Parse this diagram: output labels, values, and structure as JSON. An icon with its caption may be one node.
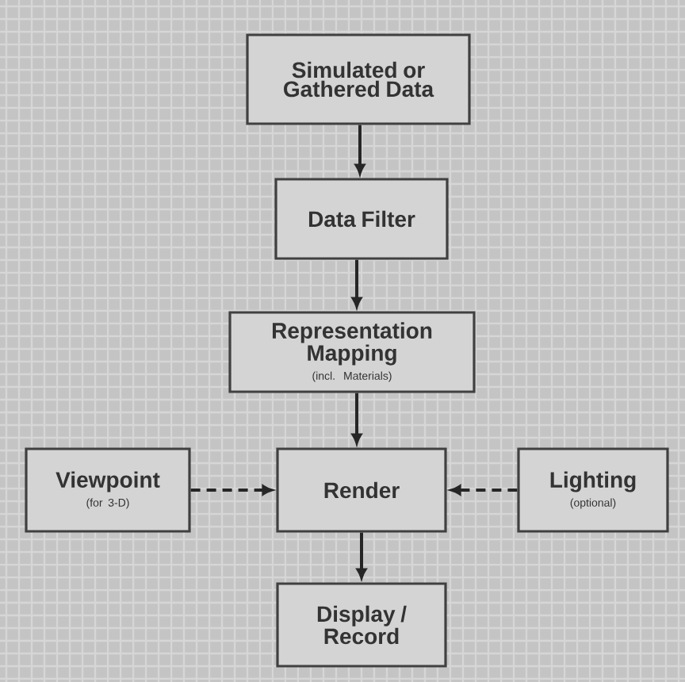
{
  "diagram": {
    "nodes": [
      {
        "text": [
          "Simulated or Gathered Data"
        ]
      },
      {
        "text": [
          "Data Filter"
        ]
      },
      {
        "text": [
          "Representation Mapping",
          "(incl. Materials)"
        ]
      },
      {
        "text": [
          "Viewpoint",
          "(for 3-D)"
        ]
      },
      {
        "text": [
          "Render"
        ]
      },
      {
        "text": [
          "Lighting",
          "(optional)"
        ]
      },
      {
        "text": [
          "Display / Record"
        ]
      }
    ],
    "edges": [
      {
        "from": 0,
        "to": 1,
        "arrow": "to"
      },
      {
        "from": 1,
        "to": 2,
        "arrow": "to"
      },
      {
        "from": 2,
        "to": 4,
        "arrow": "to"
      },
      {
        "from": 3,
        "to": 4,
        "arrow": "to",
        "style": "dashed"
      },
      {
        "from": 5,
        "to": 4,
        "arrow": "to",
        "style": "dashed"
      },
      {
        "from": 4,
        "to": 6,
        "arrow": "to"
      }
    ]
  }
}
